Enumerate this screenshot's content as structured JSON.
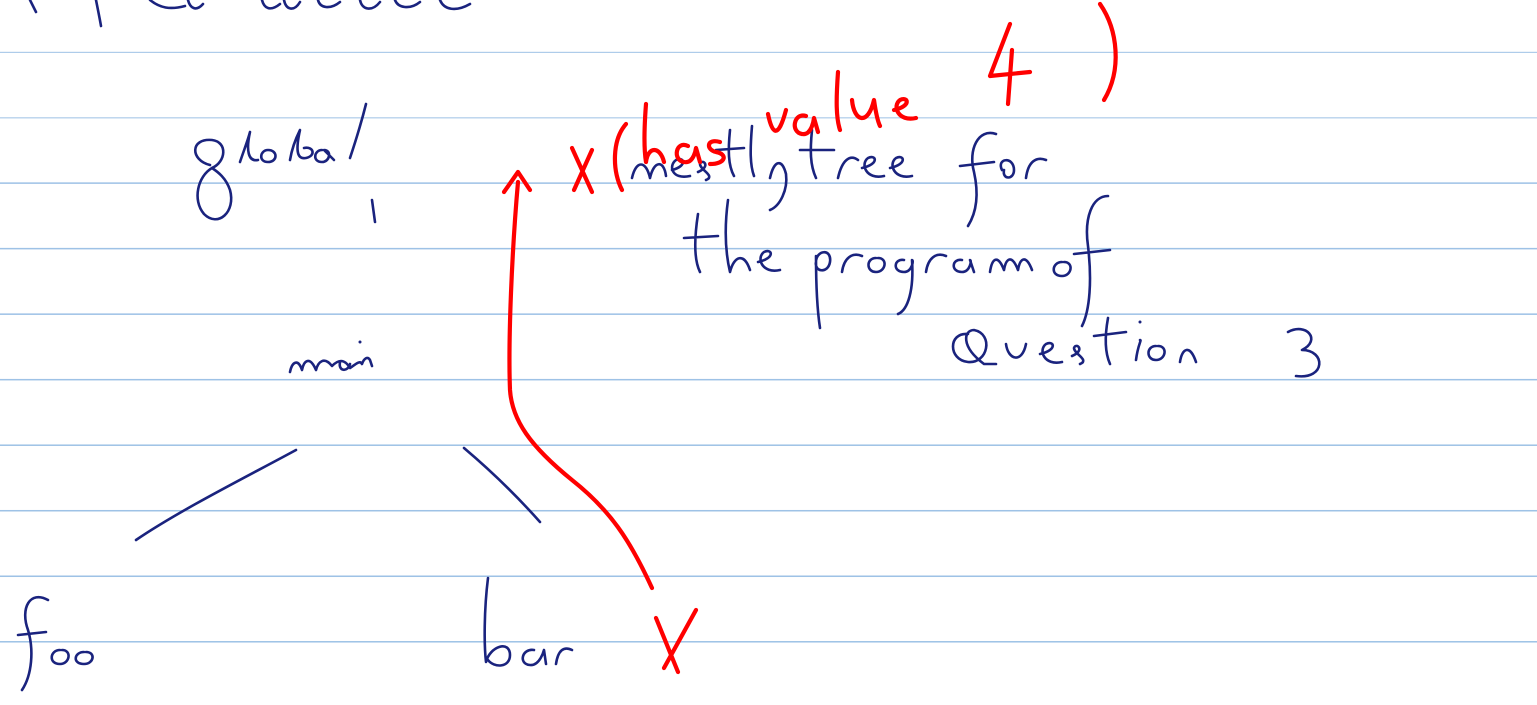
{
  "note": {
    "top_line": "I for test discussion",
    "tree": {
      "root": "global",
      "child": "main",
      "leaves": [
        "foo",
        "bar"
      ]
    },
    "caption": [
      "nesting tree for",
      "the program of",
      "Question 3"
    ],
    "annotation": {
      "marker": "X",
      "text": "(has value 4)",
      "origin_marker": "X"
    },
    "colors": {
      "ink": "#1a237e",
      "annotation": "#ff0000",
      "rule_lines": "#9ec2e6",
      "paper": "#ffffff"
    }
  }
}
